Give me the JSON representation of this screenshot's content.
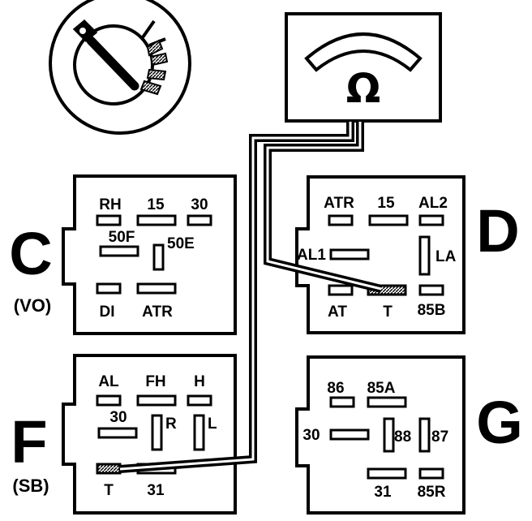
{
  "meter": {
    "symbol": "Ω"
  },
  "connectors": {
    "C": {
      "letter": "C",
      "sub": "(VO)",
      "labels": {
        "rh": "RH",
        "p15": "15",
        "p30": "30",
        "p50f": "50F",
        "p50e": "50E",
        "di": "DI",
        "atr": "ATR"
      }
    },
    "D": {
      "letter": "D",
      "labels": {
        "atr": "ATR",
        "p15": "15",
        "al2": "AL2",
        "al1": "AL1",
        "la": "LA",
        "at": "AT",
        "t": "T",
        "p85b": "85B"
      }
    },
    "F": {
      "letter": "F",
      "sub": "(SB)",
      "labels": {
        "al": "AL",
        "fh": "FH",
        "h": "H",
        "p30": "30",
        "r": "R",
        "l": "L",
        "t": "T",
        "p31": "31"
      }
    },
    "G": {
      "letter": "G",
      "labels": {
        "p86": "86",
        "p85a": "85A",
        "p30": "30",
        "p88": "88",
        "p87": "87",
        "p31": "31",
        "p85r": "85R"
      }
    }
  }
}
